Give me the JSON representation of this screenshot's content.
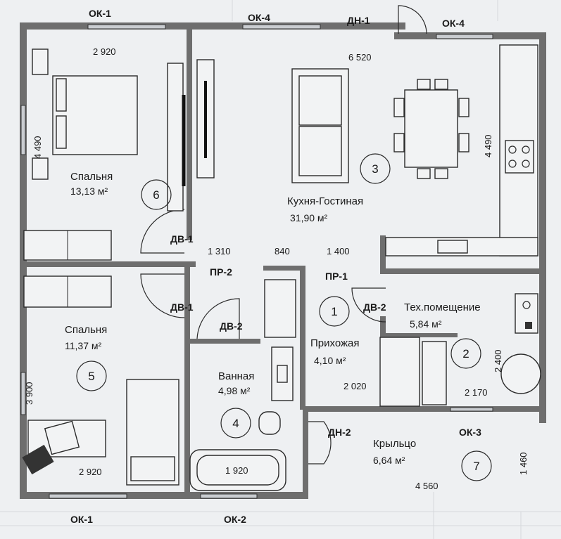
{
  "rooms": [
    {
      "id": "r3",
      "name": "Кухня-Гостиная",
      "area": "31,90 м²",
      "number": "3"
    },
    {
      "id": "r6",
      "name": "Спальня",
      "area": "13,13 м²",
      "number": "6"
    },
    {
      "id": "r5",
      "name": "Спальня",
      "area": "11,37 м²",
      "number": "5"
    },
    {
      "id": "r4",
      "name": "Ванная",
      "area": "4,98 м²",
      "number": "4"
    },
    {
      "id": "r1",
      "name": "Прихожая",
      "area": "4,10 м²",
      "number": "1"
    },
    {
      "id": "r2",
      "name": "Тех.помещение",
      "area": "5,84 м²",
      "number": "2"
    },
    {
      "id": "r7",
      "name": "Крыльцо",
      "area": "6,64 м²",
      "number": "7"
    }
  ],
  "dimensions": {
    "top_left": "2 920",
    "top_right": "6 520",
    "right_kitchen": "4 490",
    "left_bedroom6": "4 490",
    "mid_1": "1 310",
    "mid_2": "840",
    "mid_3": "1 400",
    "left_bedroom5": "3 900",
    "bottom_left": "2 920",
    "bath": "1 920",
    "hall": "2 020",
    "tech_w": "2 170",
    "tech_h": "2 400",
    "porch_side": "1 460",
    "porch_w": "4 560"
  },
  "tags": {
    "ok1_top": "ОК-1",
    "ok4_a": "ОК-4",
    "dn1": "ДН-1",
    "ok4_b": "ОК-4",
    "dv1_a": "ДВ-1",
    "pr2": "ПР-2",
    "pr1": "ПР-1",
    "dv1_b": "ДВ-1",
    "dv2_a": "ДВ-2",
    "dv2_b": "ДВ-2",
    "dn2": "ДН-2",
    "ok3": "ОК-3",
    "ok1_bottom": "ОК-1",
    "ok2": "ОК-2"
  }
}
